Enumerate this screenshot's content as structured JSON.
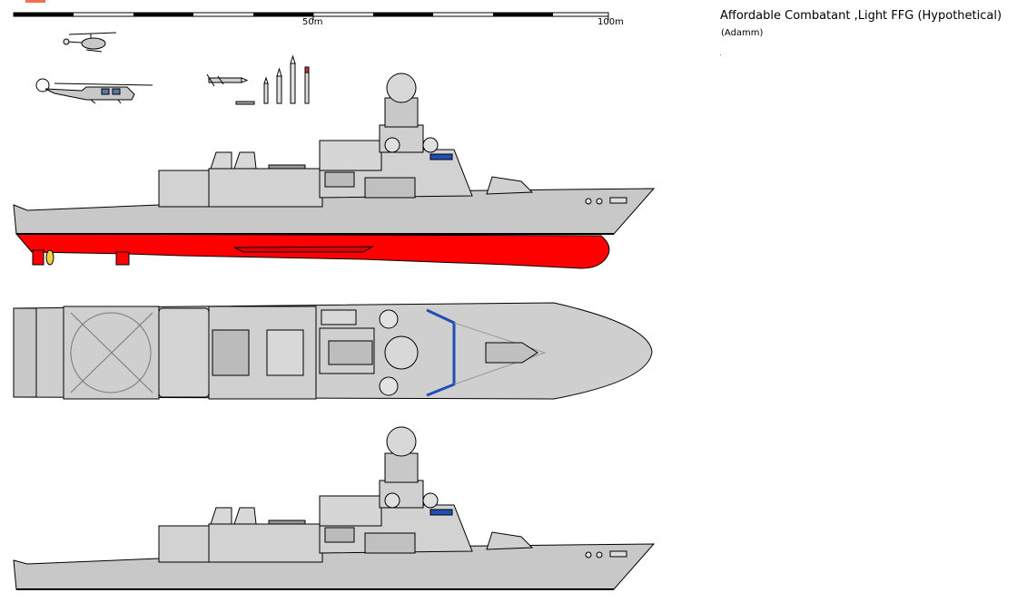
{
  "drawing": {
    "title": "Affordable Combatant ,Light FFG (Hypothetical)",
    "author": "(Adamm)",
    "scale": {
      "mid_label": "50m",
      "end_label": "100m"
    }
  },
  "colors": {
    "hull_grey": "#c8c8c8",
    "superstructure_grey": "#d2d2d2",
    "antifouling_red": "#ff0000",
    "window_blue": "#1f4fb4",
    "outline": "#000000"
  }
}
